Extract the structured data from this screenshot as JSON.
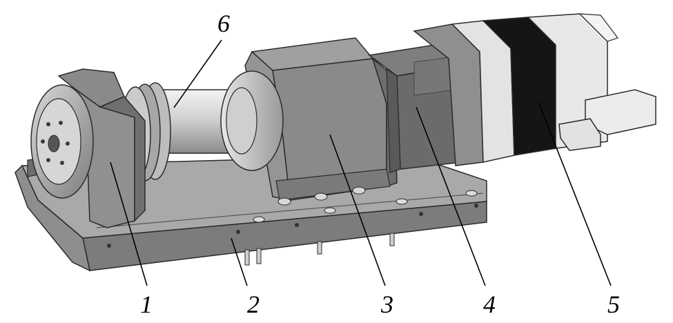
{
  "figure": {
    "callouts": [
      {
        "id": "1",
        "label": "1"
      },
      {
        "id": "2",
        "label": "2"
      },
      {
        "id": "3",
        "label": "3"
      },
      {
        "id": "4",
        "label": "4"
      },
      {
        "id": "5",
        "label": "5"
      },
      {
        "id": "6",
        "label": "6"
      }
    ],
    "colors": {
      "background": "#ffffff",
      "metal_dark": "#6f6f6f",
      "metal_mid": "#8c8c8c",
      "metal_light": "#bdbdbd",
      "shaft": "#d9d9d9",
      "motor_white": "#e6e6e6",
      "motor_band": "#151515",
      "outline": "#2a2a2a"
    }
  }
}
